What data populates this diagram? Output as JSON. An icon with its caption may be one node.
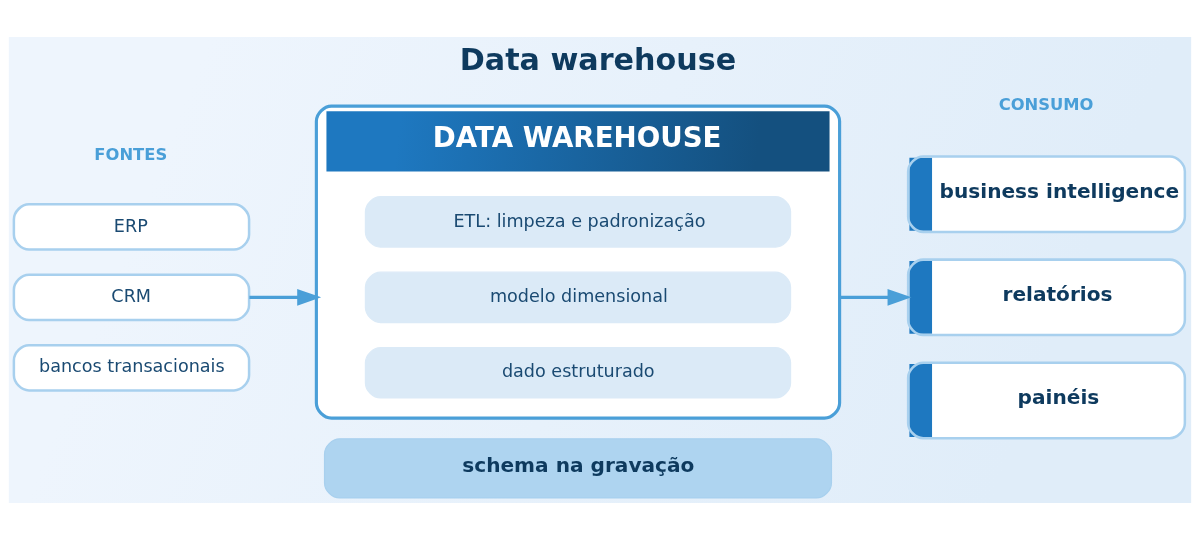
{
  "diagram": {
    "title": "Data warehouse",
    "nodes": [
      {
        "text": [
          "ERP"
        ]
      },
      {
        "text": [
          "CRM"
        ]
      },
      {
        "text": [
          "bancos transacionais"
        ]
      },
      {
        "text": [
          "DATA WAREHOUSE"
        ]
      },
      {
        "text": [
          "ETL: limpeza e padronização"
        ],
        "in": 3
      },
      {
        "text": [
          "modelo dimensional"
        ],
        "in": 3
      },
      {
        "text": [
          "dado estruturado"
        ],
        "in": 3
      },
      {
        "text": [
          "schema na gravação"
        ]
      },
      {
        "text": [
          "business intelligence"
        ]
      },
      {
        "text": [
          "relatórios"
        ]
      },
      {
        "text": [
          "painéis"
        ]
      }
    ],
    "edges": [
      {
        "from": 1,
        "to": 3,
        "arrow": "to"
      },
      {
        "from": 3,
        "to": 9,
        "arrow": "to"
      }
    ],
    "labels": [
      "FONTES",
      "CONSUMO"
    ]
  }
}
